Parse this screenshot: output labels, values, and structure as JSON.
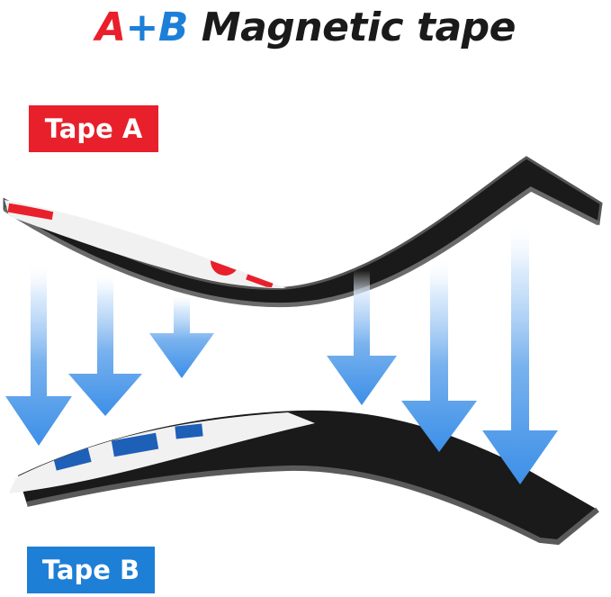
{
  "title": {
    "letter_a": "A",
    "plus": "+",
    "letter_b": "B",
    "rest": " Magnetic tape"
  },
  "labels": {
    "tape_a": "Tape A",
    "tape_b": "Tape B"
  },
  "colors": {
    "red": "#e8202b",
    "blue": "#1e7fd6",
    "tape_black": "#1a1a1a",
    "tape_edge": "#5a5a5a",
    "liner_white": "#f1f1f1",
    "arrow_blue": "#3c8fe8"
  }
}
